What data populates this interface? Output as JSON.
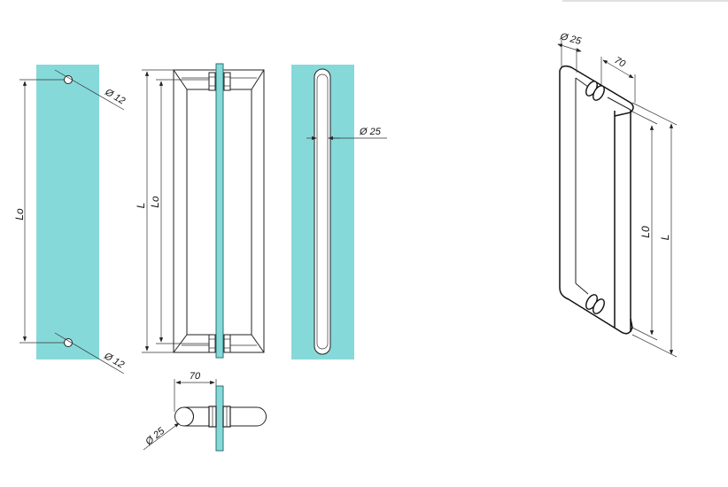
{
  "labels": {
    "hole_diameter_top": "Ø 12",
    "hole_diameter_bottom": "Ø 12",
    "hole_spacing": "Lo",
    "overall_length": "L",
    "mount_spacing": "Lo",
    "bar_diameter_side": "Ø 25",
    "projection_top": "70",
    "bar_diameter_top": "Ø 25",
    "iso_bar_diameter": "Ø 25",
    "iso_projection": "70",
    "iso_mount_spacing": "L0",
    "iso_overall_length": "L"
  },
  "colors": {
    "glass": "#86d9d9",
    "line": "#222222"
  }
}
